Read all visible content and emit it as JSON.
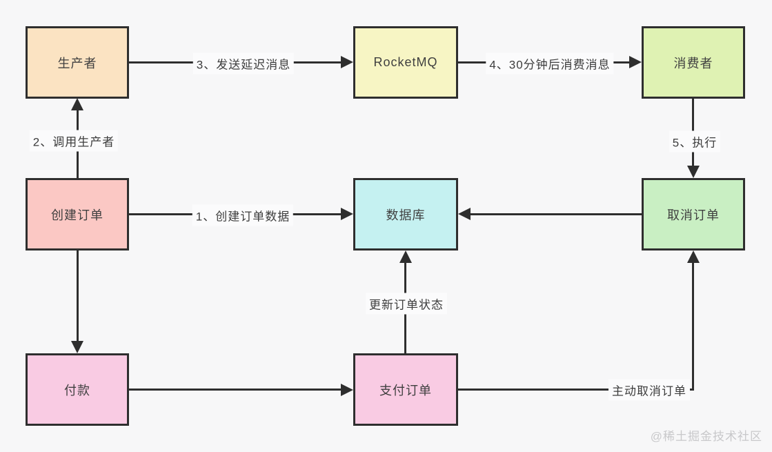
{
  "page": {
    "background_color": "#f7f7f8",
    "watermark": "@稀土掘金技术社区",
    "watermark_color": "#c8c8ca"
  },
  "diagram": {
    "type": "flowchart",
    "border_color": "#2e2e2e",
    "text_color": "#3f3f3f",
    "nodes": {
      "producer": {
        "label": "生产者",
        "fill": "#fbe3c2"
      },
      "rocketmq": {
        "label": "RocketMQ",
        "fill": "#f7f5c4"
      },
      "consumer": {
        "label": "消费者",
        "fill": "#dff2b3"
      },
      "create_order": {
        "label": "创建订单",
        "fill": "#fbc8c4"
      },
      "database": {
        "label": "数据库",
        "fill": "#c5f1f1"
      },
      "cancel_order": {
        "label": "取消订单",
        "fill": "#c9efc3"
      },
      "payment": {
        "label": "付款",
        "fill": "#f9cbe3"
      },
      "pay_order": {
        "label": "支付订单",
        "fill": "#f9cbe3"
      }
    },
    "edges": {
      "send_delayed_message": {
        "label": "3、发送延迟消息",
        "from": "producer",
        "to": "rocketmq"
      },
      "consume_after_30min": {
        "label": "4、30分钟后消费消息",
        "from": "rocketmq",
        "to": "consumer"
      },
      "call_producer": {
        "label": "2、调用生产者",
        "from": "create_order",
        "to": "producer"
      },
      "execute": {
        "label": "5、执行",
        "from": "consumer",
        "to": "cancel_order"
      },
      "create_order_data": {
        "label": "1、创建订单数据",
        "from": "create_order",
        "to": "database"
      },
      "cancel_to_database": {
        "label": "",
        "from": "cancel_order",
        "to": "database"
      },
      "create_to_payment": {
        "label": "",
        "from": "create_order",
        "to": "payment"
      },
      "payment_to_pay_order": {
        "label": "",
        "from": "payment",
        "to": "pay_order"
      },
      "update_order_status": {
        "label": "更新订单状态",
        "from": "pay_order",
        "to": "database"
      },
      "manual_cancel_order": {
        "label": "主动取消订单",
        "from": "pay_order",
        "to": "cancel_order"
      }
    }
  }
}
